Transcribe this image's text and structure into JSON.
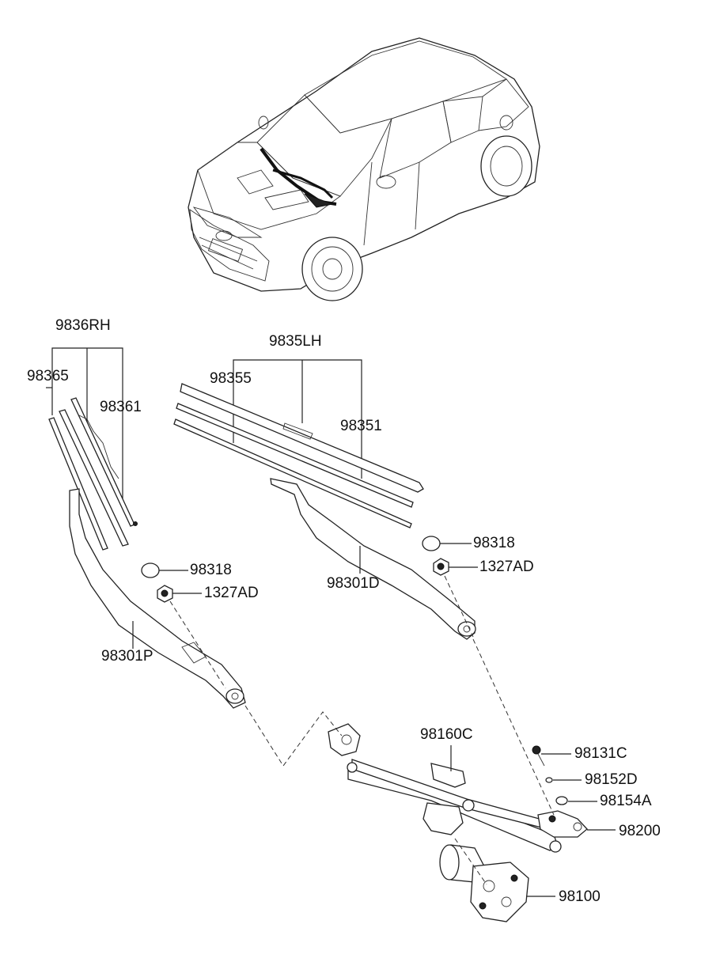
{
  "labels": {
    "p9836RH": "9836RH",
    "p98365": "98365",
    "p98361": "98361",
    "p9835LH": "9835LH",
    "p98355": "98355",
    "p98351": "98351",
    "p98318_right": "98318",
    "p1327AD_right": "1327AD",
    "p98301D": "98301D",
    "p98318_left": "98318",
    "p1327AD_left": "1327AD",
    "p98301P": "98301P",
    "p98160C": "98160C",
    "p98131C": "98131C",
    "p98152D": "98152D",
    "p98154A": "98154A",
    "p98200": "98200",
    "p98100": "98100"
  }
}
